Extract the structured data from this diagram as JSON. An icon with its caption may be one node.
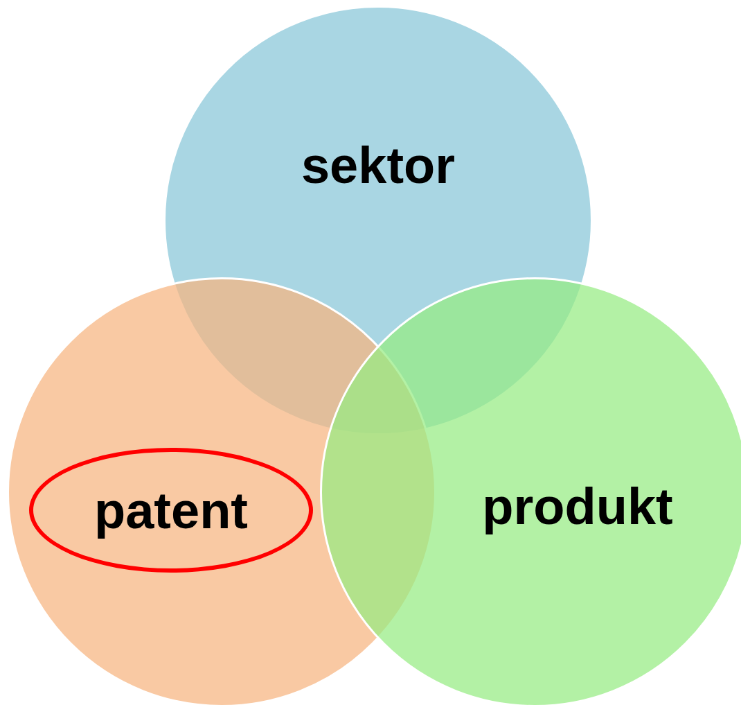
{
  "diagram": {
    "nodes": [
      {
        "text": [
          "sektor"
        ]
      },
      {
        "text": [],
        "shape": "circle"
      },
      {
        "text": [
          "patent"
        ],
        "in": 1
      },
      {
        "text": [
          "produkt"
        ]
      }
    ],
    "edges": []
  }
}
